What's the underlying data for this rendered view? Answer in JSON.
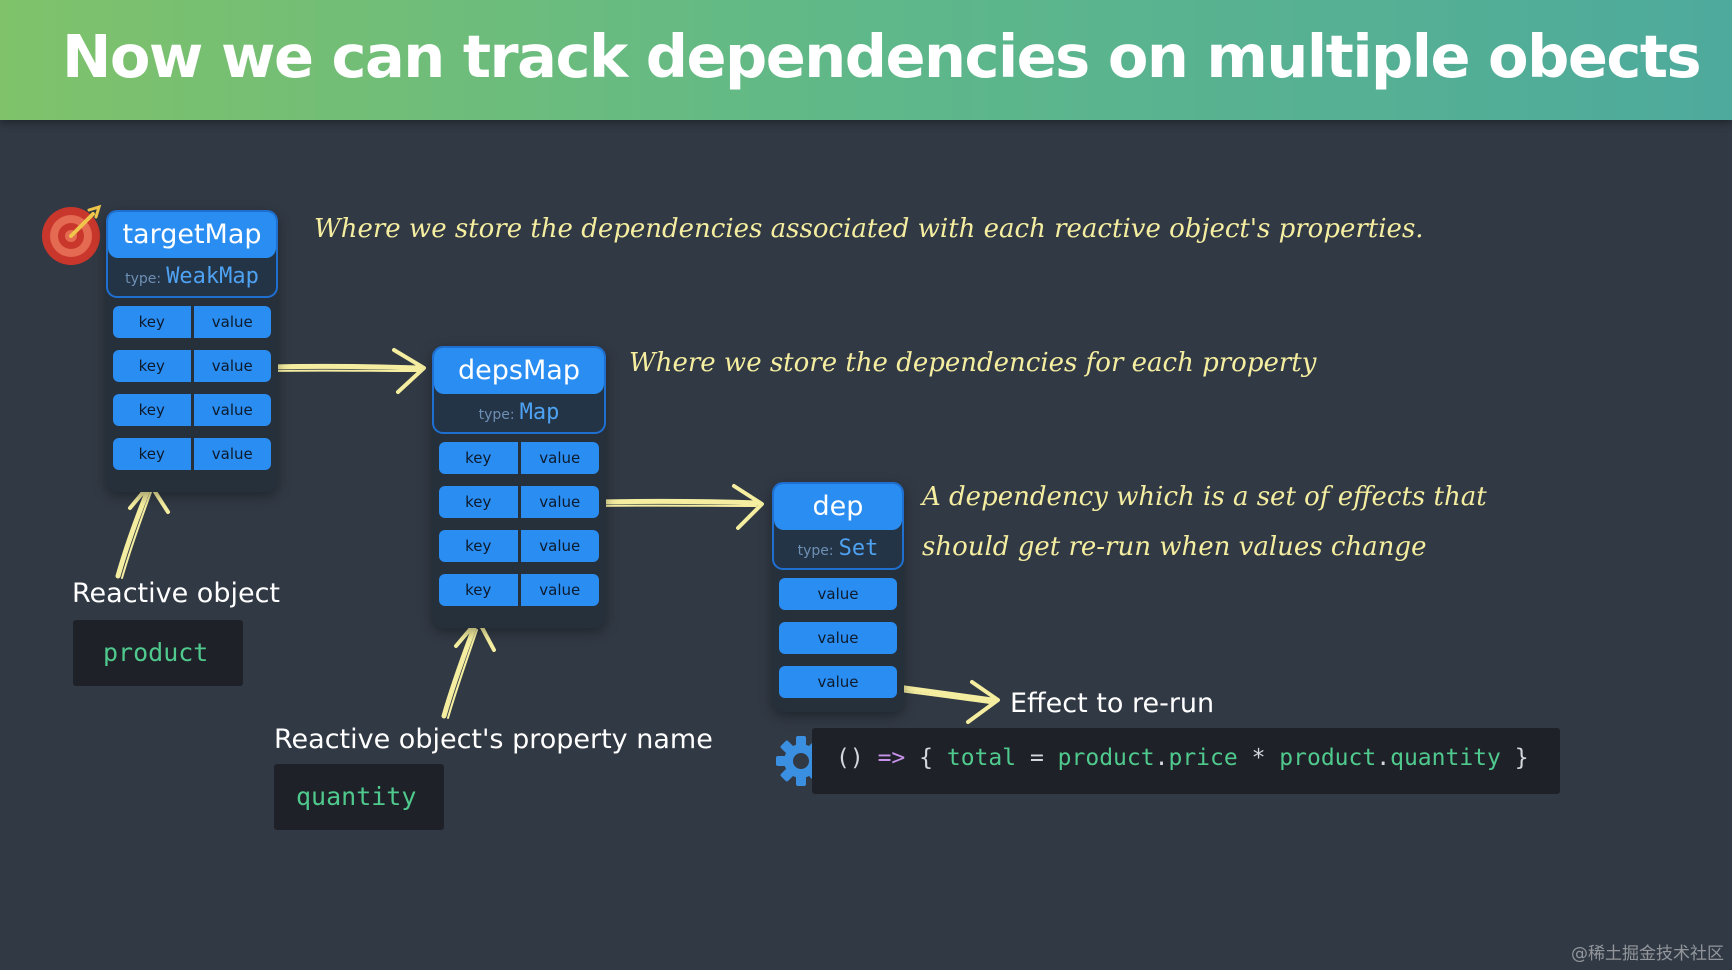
{
  "title": "Now we can track dependencies on multiple obects",
  "targetMap": {
    "name": "targetMap",
    "type_label": "type:",
    "type_value": "WeakMap",
    "rows": [
      {
        "key": "key",
        "value": "value"
      },
      {
        "key": "key",
        "value": "value"
      },
      {
        "key": "key",
        "value": "value"
      },
      {
        "key": "key",
        "value": "value"
      }
    ],
    "description": "Where we store the dependencies associated with each reactive object's properties."
  },
  "depsMap": {
    "name": "depsMap",
    "type_label": "type:",
    "type_value": "Map",
    "rows": [
      {
        "key": "key",
        "value": "value"
      },
      {
        "key": "key",
        "value": "value"
      },
      {
        "key": "key",
        "value": "value"
      },
      {
        "key": "key",
        "value": "value"
      }
    ],
    "description": "Where we store the dependencies for each property"
  },
  "dep": {
    "name": "dep",
    "type_label": "type:",
    "type_value": "Set",
    "values": [
      "value",
      "value",
      "value"
    ],
    "description_line1": "A dependency which is a set of effects that",
    "description_line2": "should get re-run when values change"
  },
  "reactive_object": {
    "label": "Reactive object",
    "code": "product"
  },
  "property_name": {
    "label": "Reactive object's property name",
    "code": "quantity"
  },
  "effect": {
    "label": "Effect to re-run",
    "code": {
      "parens": "()",
      "arrow": "=>",
      "open_brace": "{",
      "lhs": "total",
      "equals": "=",
      "obj1": "product",
      "dot1": ".",
      "prop1": "price",
      "times": "*",
      "obj2": "product",
      "dot2": ".",
      "prop2": "quantity",
      "close_brace": "}"
    }
  },
  "watermark": "@稀土掘金技术社区",
  "colors": {
    "background": "#313944",
    "header_start": "#7fc26a",
    "header_end": "#4eaa9c",
    "map_blue": "#2a8df2",
    "annotation_yellow": "#f5eea0",
    "code_green": "#4fc98d",
    "code_purple": "#c792ea"
  },
  "icons": [
    "target-icon",
    "gear-icon"
  ]
}
